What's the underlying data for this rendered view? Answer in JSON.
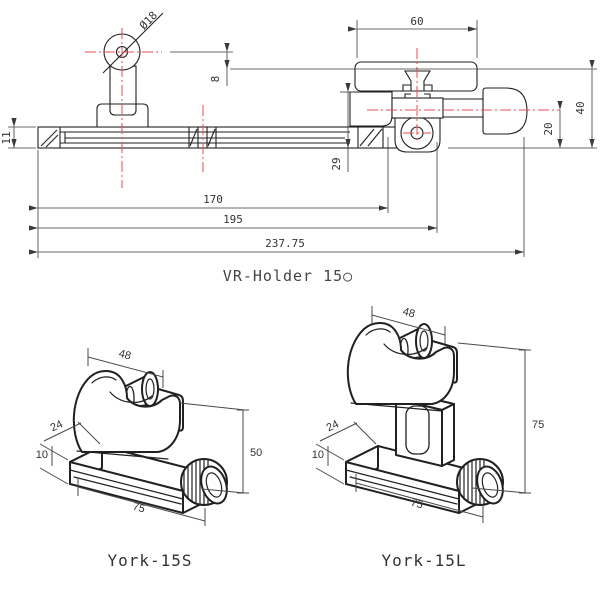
{
  "colors": {
    "background": "#ffffff",
    "drawing_line": "#1f1f1f",
    "dimension_line": "#3a3a3a",
    "centerline": "#e64c4c",
    "text": "#333333"
  },
  "top_drawing": {
    "title": "VR-Holder 15○",
    "dims": {
      "hole_diameter": "Ø18",
      "top_plate_width": "60",
      "head_offset": "8",
      "rail_height": "11",
      "clamp_depth": "29",
      "clamp_center_height": "20",
      "overall_height": "40",
      "length_to_clamp": "170",
      "length_to_housing": "195",
      "overall_length": "237.75"
    }
  },
  "york_15s": {
    "title": "York-15S",
    "dims": {
      "roller_width": "48",
      "base_depth": "24",
      "base_height": "10",
      "overall_height": "50",
      "base_length": "75"
    }
  },
  "york_15l": {
    "title": "York-15L",
    "dims": {
      "roller_width": "48",
      "base_depth": "24",
      "base_height": "10",
      "overall_height": "75",
      "base_length": "75"
    }
  }
}
